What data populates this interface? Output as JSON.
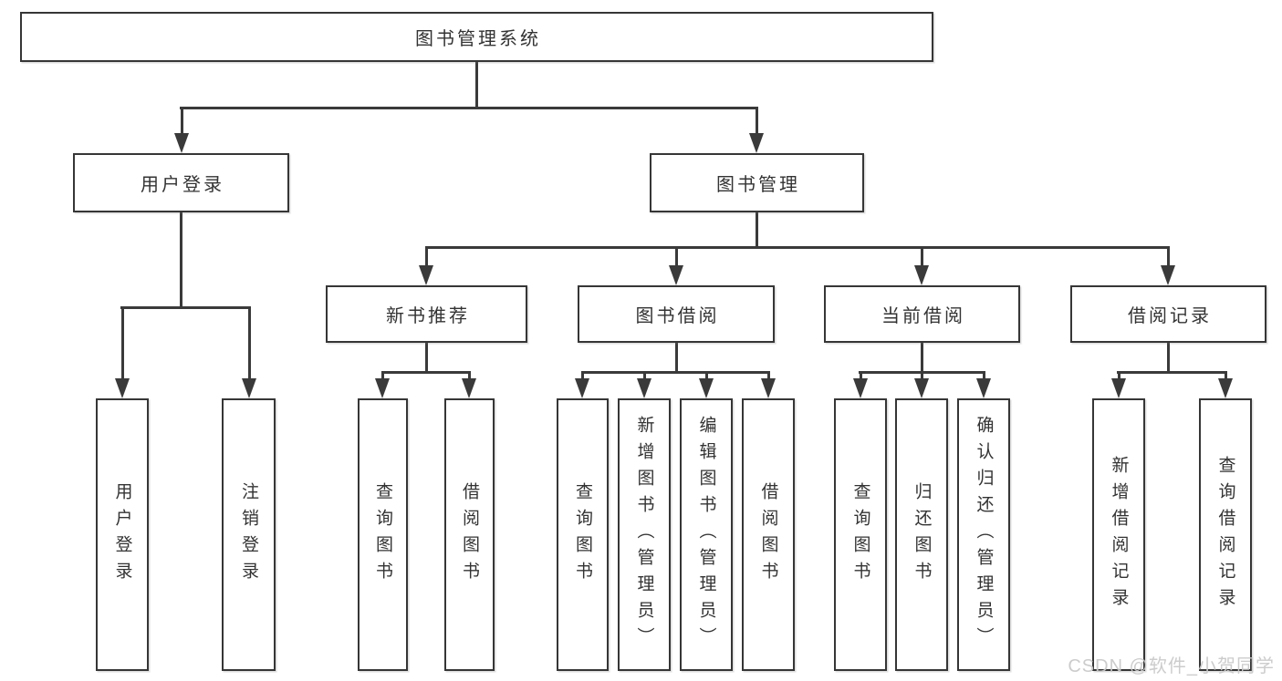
{
  "tree": {
    "label": "图书管理系统",
    "children": [
      {
        "label": "用户登录",
        "children": [
          {
            "label": "用户登录"
          },
          {
            "label": "注销登录"
          }
        ]
      },
      {
        "label": "图书管理",
        "children": [
          {
            "label": "新书推荐",
            "children": [
              {
                "label": "查询图书"
              },
              {
                "label": "借阅图书"
              }
            ]
          },
          {
            "label": "图书借阅",
            "children": [
              {
                "label": "查询图书"
              },
              {
                "label": "新增图书（管理员）"
              },
              {
                "label": "编辑图书（管理员）"
              },
              {
                "label": "借阅图书"
              }
            ]
          },
          {
            "label": "当前借阅",
            "children": [
              {
                "label": "查询图书"
              },
              {
                "label": "归还图书"
              },
              {
                "label": "确认归还（管理员）"
              }
            ]
          },
          {
            "label": "借阅记录",
            "children": [
              {
                "label": "新增借阅记录"
              },
              {
                "label": "查询借阅记录"
              }
            ]
          }
        ]
      }
    ]
  },
  "watermark": "CSDN @软件_小贺同学",
  "colors": {
    "line": "#3a3a3a",
    "box_border": "#363636",
    "text": "#333333",
    "watermark": "#c9c9c9",
    "background": "#ffffff"
  }
}
